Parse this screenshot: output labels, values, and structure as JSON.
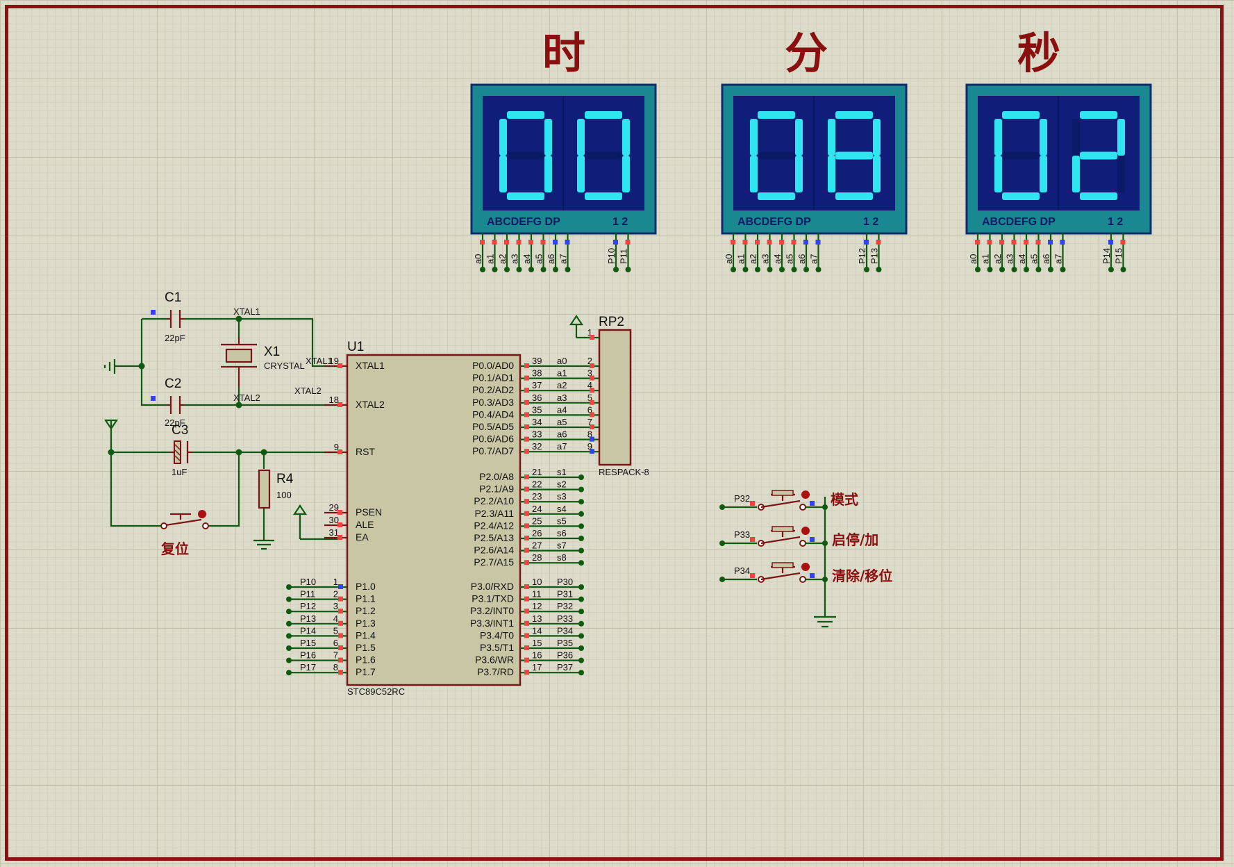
{
  "headings": {
    "hour": "时",
    "minute": "分",
    "second": "秒"
  },
  "displays": [
    {
      "digits": [
        "0",
        "0"
      ],
      "seg_label": "ABCDEFG DP",
      "sel_label": "1 2",
      "pins": [
        "a0",
        "a1",
        "a2",
        "a3",
        "a4",
        "a5",
        "a6",
        "a7"
      ],
      "sel_pins": [
        "P10",
        "P11"
      ]
    },
    {
      "digits": [
        "0",
        "8"
      ],
      "seg_label": "ABCDEFG DP",
      "sel_label": "1 2",
      "pins": [
        "a0",
        "a1",
        "a2",
        "a3",
        "a4",
        "a5",
        "a6",
        "a7"
      ],
      "sel_pins": [
        "P12",
        "P13"
      ]
    },
    {
      "digits": [
        "0",
        "2"
      ],
      "seg_label": "ABCDEFG DP",
      "sel_label": "1 2",
      "pins": [
        "a0",
        "a1",
        "a2",
        "a3",
        "a4",
        "a5",
        "a6",
        "a7"
      ],
      "sel_pins": [
        "P14",
        "P15"
      ]
    }
  ],
  "oscillator": {
    "c1": "C1",
    "c1_val": "22pF",
    "c2": "C2",
    "c2_val": "22pF",
    "x1": "X1",
    "x1_val": "CRYSTAL",
    "xtal1": "XTAL1",
    "xtal2": "XTAL2"
  },
  "reset": {
    "c3": "C3",
    "c3_val": "1uF",
    "r4": "R4",
    "r4_val": "100",
    "label": "复位"
  },
  "mcu": {
    "ref": "U1",
    "part": "STC89C52RC",
    "left_pins": [
      {
        "num": "19",
        "name": "XTAL1"
      },
      {
        "num": "18",
        "name": "XTAL2"
      },
      {
        "num": "9",
        "name": "RST"
      },
      {
        "num": "29",
        "name": "PSEN"
      },
      {
        "num": "30",
        "name": "ALE"
      },
      {
        "num": "31",
        "name": "EA"
      }
    ],
    "p1": [
      {
        "num": "1",
        "name": "P1.0",
        "net": "P10"
      },
      {
        "num": "2",
        "name": "P1.1",
        "net": "P11"
      },
      {
        "num": "3",
        "name": "P1.2",
        "net": "P12"
      },
      {
        "num": "4",
        "name": "P1.3",
        "net": "P13"
      },
      {
        "num": "5",
        "name": "P1.4",
        "net": "P14"
      },
      {
        "num": "6",
        "name": "P1.5",
        "net": "P15"
      },
      {
        "num": "7",
        "name": "P1.6",
        "net": "P16"
      },
      {
        "num": "8",
        "name": "P1.7",
        "net": "P17"
      }
    ],
    "p0": [
      {
        "num": "39",
        "name": "P0.0/AD0",
        "net": "a0"
      },
      {
        "num": "38",
        "name": "P0.1/AD1",
        "net": "a1"
      },
      {
        "num": "37",
        "name": "P0.2/AD2",
        "net": "a2"
      },
      {
        "num": "36",
        "name": "P0.3/AD3",
        "net": "a3"
      },
      {
        "num": "35",
        "name": "P0.4/AD4",
        "net": "a4"
      },
      {
        "num": "34",
        "name": "P0.5/AD5",
        "net": "a5"
      },
      {
        "num": "33",
        "name": "P0.6/AD6",
        "net": "a6"
      },
      {
        "num": "32",
        "name": "P0.7/AD7",
        "net": "a7"
      }
    ],
    "p2": [
      {
        "num": "21",
        "name": "P2.0/A8",
        "net": "s1"
      },
      {
        "num": "22",
        "name": "P2.1/A9",
        "net": "s2"
      },
      {
        "num": "23",
        "name": "P2.2/A10",
        "net": "s3"
      },
      {
        "num": "24",
        "name": "P2.3/A11",
        "net": "s4"
      },
      {
        "num": "25",
        "name": "P2.4/A12",
        "net": "s5"
      },
      {
        "num": "26",
        "name": "P2.5/A13",
        "net": "s6"
      },
      {
        "num": "27",
        "name": "P2.6/A14",
        "net": "s7"
      },
      {
        "num": "28",
        "name": "P2.7/A15",
        "net": "s8"
      }
    ],
    "p3": [
      {
        "num": "10",
        "name": "P3.0/RXD",
        "net": "P30"
      },
      {
        "num": "11",
        "name": "P3.1/TXD",
        "net": "P31"
      },
      {
        "num": "12",
        "name": "P3.2/INT0",
        "net": "P32"
      },
      {
        "num": "13",
        "name": "P3.3/INT1",
        "net": "P33"
      },
      {
        "num": "14",
        "name": "P3.4/T0",
        "net": "P34"
      },
      {
        "num": "15",
        "name": "P3.5/T1",
        "net": "P35"
      },
      {
        "num": "16",
        "name": "P3.6/WR",
        "net": "P36"
      },
      {
        "num": "17",
        "name": "P3.7/RD",
        "net": "P37"
      }
    ]
  },
  "rp2": {
    "ref": "RP2",
    "part": "RESPACK-8",
    "pins": [
      "1",
      "2",
      "3",
      "4",
      "5",
      "6",
      "7",
      "8",
      "9"
    ]
  },
  "buttons": [
    {
      "net": "P32",
      "label": "模式"
    },
    {
      "net": "P33",
      "label": "启停/加"
    },
    {
      "net": "P34",
      "label": "清除/移位"
    }
  ]
}
